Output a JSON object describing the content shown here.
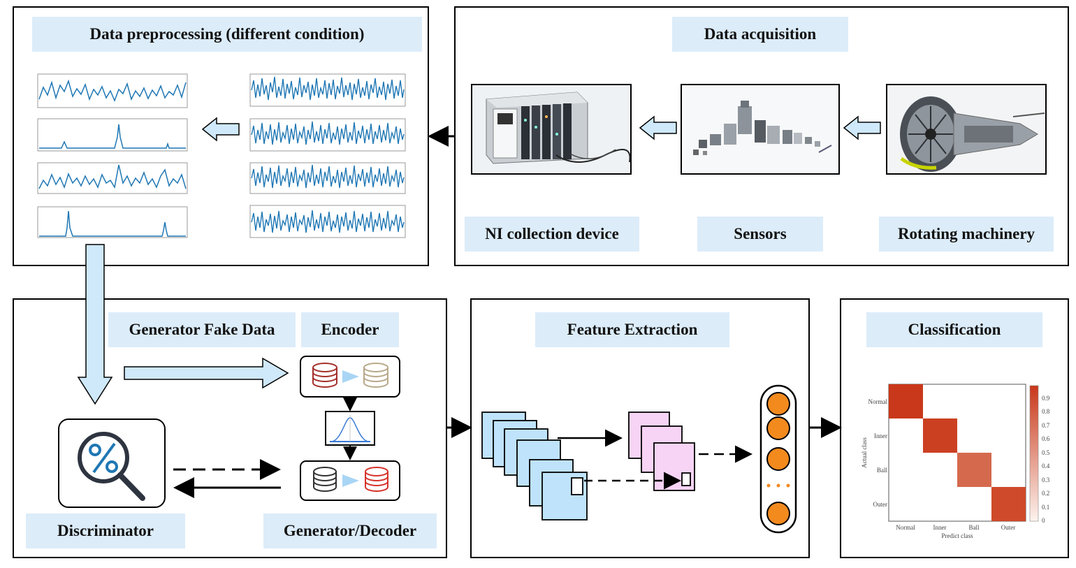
{
  "panels": {
    "preprocessing": {
      "title": "Data preprocessing (different condition)"
    },
    "acquisition": {
      "title": "Data acquisition",
      "items": [
        {
          "label": "NI collection device"
        },
        {
          "label": "Sensors"
        },
        {
          "label": "Rotating machinery"
        }
      ]
    },
    "gan": {
      "fake_label": "Generator Fake Data",
      "encoder_label": "Encoder",
      "discriminator_label": "Discriminator",
      "decoder_label": "Generator/Decoder"
    },
    "feature": {
      "title": "Feature Extraction"
    },
    "classification": {
      "title": "Classification",
      "confusion_matrix": {
        "row_labels": [
          "Normal",
          "Inner",
          "Ball",
          "Outer"
        ],
        "col_labels": [
          "Normal",
          "Inner",
          "Ball",
          "Outer"
        ],
        "x_axis": "Predict class",
        "y_axis": "Actual class",
        "values": [
          [
            1,
            0,
            0,
            0
          ],
          [
            0,
            0.95,
            0,
            0
          ],
          [
            0,
            0,
            0.75,
            0
          ],
          [
            0,
            0,
            0,
            0.9
          ]
        ],
        "colorbar_ticks": [
          "0.9",
          "0.8",
          "0.7",
          "0.6",
          "0.5",
          "0.4",
          "0.3",
          "0.2",
          "0.1",
          "0"
        ]
      }
    }
  },
  "colors": {
    "label_bg": "#dcecf9",
    "arrow_fill": "#cfe8fa",
    "signal": "#1f77b4",
    "node_orange": "#f28a1e",
    "feature_blue": "#bfe3fb",
    "feature_pink": "#f7d4f5",
    "cm_red": "#c9381a"
  }
}
